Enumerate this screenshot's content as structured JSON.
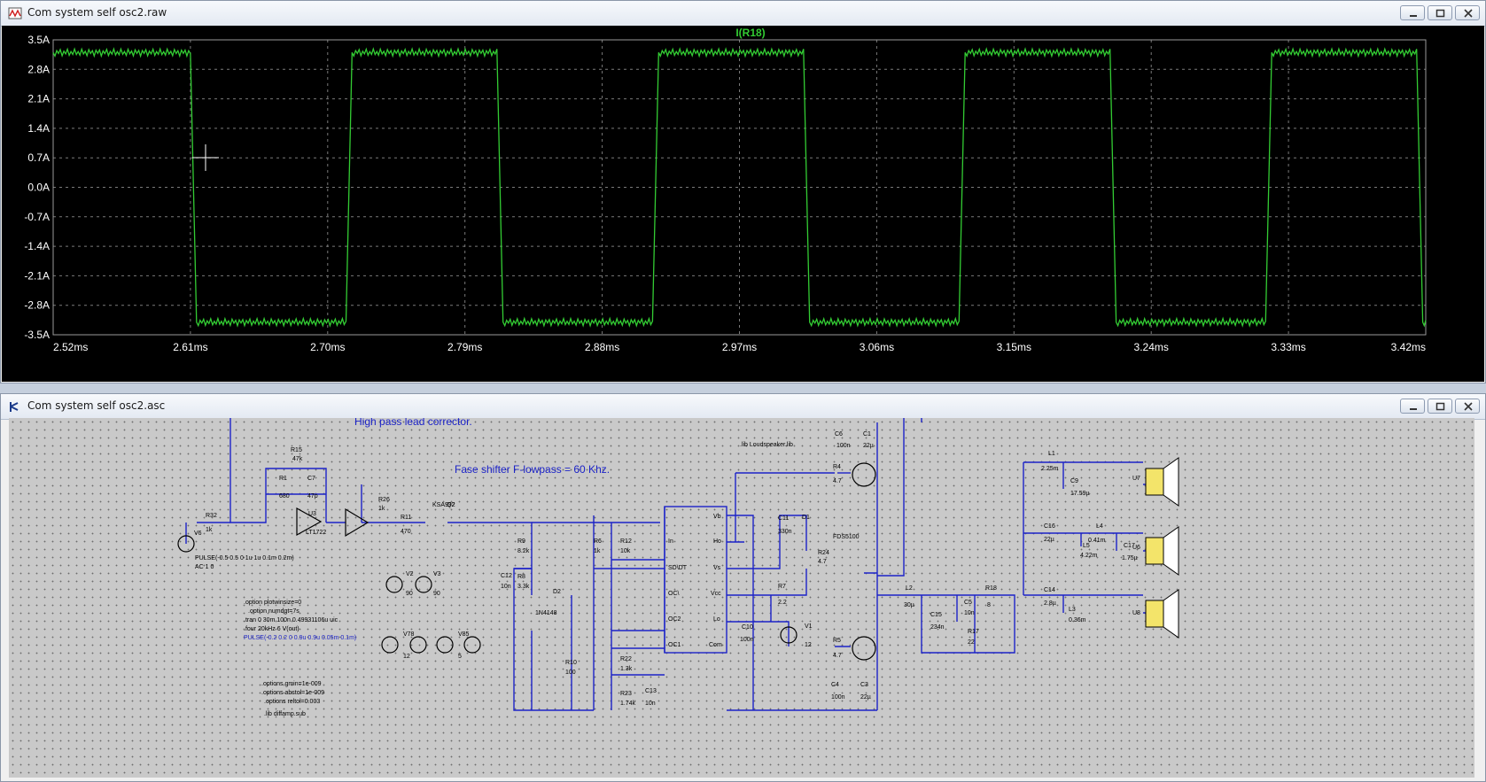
{
  "plot_window": {
    "title": "Com system self osc2.raw",
    "trace_label": "I(R18)",
    "colors": {
      "background": "#000000",
      "trace": "#33cc33",
      "grid": "#7a7a7a",
      "axis_text": "#ffffff",
      "trace_label": "#33cc33"
    }
  },
  "chart_data": {
    "type": "line",
    "title": "I(R18)",
    "xlabel": "",
    "ylabel": "",
    "x_ticks": [
      "2.52ms",
      "2.61ms",
      "2.70ms",
      "2.79ms",
      "2.88ms",
      "2.97ms",
      "3.06ms",
      "3.15ms",
      "3.24ms",
      "3.33ms",
      "3.42ms"
    ],
    "y_ticks": [
      "3.5A",
      "2.8A",
      "2.1A",
      "1.4A",
      "0.7A",
      "0.0A",
      "-0.7A",
      "-1.4A",
      "-2.1A",
      "-2.8A",
      "-3.5A"
    ],
    "xlim": [
      2.52,
      3.42
    ],
    "ylim": [
      -3.5,
      3.5
    ],
    "grid": true,
    "series": [
      {
        "name": "I(R18)",
        "x": [
          2.52,
          2.61,
          2.614,
          2.712,
          2.716,
          2.811,
          2.815,
          2.913,
          2.917,
          3.012,
          3.016,
          3.114,
          3.118,
          3.213,
          3.217,
          3.315,
          3.319,
          3.414,
          3.418,
          3.42
        ],
        "values": [
          3.2,
          3.2,
          -3.2,
          -3.2,
          3.2,
          3.2,
          -3.2,
          -3.2,
          3.2,
          3.2,
          -3.2,
          -3.2,
          3.2,
          3.2,
          -3.2,
          -3.2,
          3.2,
          3.2,
          -3.2,
          -3.2
        ]
      }
    ]
  },
  "schematic_window": {
    "title": "Com system self osc2.asc",
    "headings": {
      "hp": "High pass lead corrector.",
      "fs": "Fase shifter F-lowpass = 60 Khz."
    },
    "directives": [
      ".option plotwinsize=0",
      ".option numdgt=7s",
      ".tran 0 30m 100n 0.49931106u uic",
      ".four 20kHz 6 V(out)",
      "PULSE(-0.2 0.2 0 0.9u 0.9u 0.05m 0.1m)",
      ".options gmin=1e-009",
      ".options abstol=1e-009",
      ".options reltol=0.003",
      ".lib diffamp.sub",
      ".lib Loudspeaker.lib"
    ],
    "source_text": [
      "PULSE(-0.5 0.5 0 1u 1u 0.1m 0.2m)",
      "AC 1 0"
    ],
    "components": {
      "R15": "R15",
      "R15v": "47k",
      "R1": "R1",
      "R1v": "680",
      "C7": "C7",
      "C7v": "47p",
      "U3": "U3",
      "U3m": "LT1722",
      "R32": "R32",
      "R32v": "1k",
      "V6": "V6",
      "R26": "R26",
      "R26v": "1k",
      "R11": "R11",
      "R11v": "470",
      "Q2": "Q2",
      "Q2m": "KSA992",
      "R9": "R9",
      "R9v": "8.2k",
      "R8": "R8",
      "R8v": "3.3k",
      "C12": "C12",
      "C12v": "10n",
      "D2": "D2",
      "D2m": "1N4148",
      "R10": "R10",
      "R10v": "100",
      "R6": "R6",
      "R6v": "1k",
      "R12": "R12",
      "R12v": "10k",
      "R22": "R22",
      "R22v": "1.3k",
      "R23": "R23",
      "R23v": "1.74k",
      "C13": "C13",
      "C13v": "10n",
      "V2": "V2",
      "V2v": "90",
      "V3": "V3",
      "V3v": "90",
      "V78": "V78",
      "V78v": "12",
      "V85": "V85",
      "V85v": "5",
      "C10": "C10",
      "C10v": "100n",
      "C11": "C11",
      "C11v": "330n",
      "D1": "D1",
      "R7": "R7",
      "R7v": "2.2",
      "R24": "R24",
      "R24v": "4.7",
      "V1": "V1",
      "V1v": "12",
      "R4": "R4",
      "R4v": "4.7",
      "R5": "R5",
      "R5v": "4.7",
      "Q1m": "FDS5100",
      "C6": "C6",
      "C6v": "100n",
      "C1": "C1",
      "C1v": "22µ",
      "C4": "C4",
      "C4v": "100n",
      "C3": "C3",
      "C3v": "22µ",
      "L2": "L2",
      "L2v": "30µ",
      "C15": "C15",
      "C15v": "234n",
      "C5": "C5",
      "C5v": "10n",
      "R17": "R17",
      "R17v": "22",
      "R18": "R18",
      "R18v": "8",
      "L1": "L1",
      "L1v": "2.25m",
      "C9": "C9",
      "C9v": "17.59µ",
      "C16": "C16",
      "C16v": "22µ",
      "L4": "L4",
      "L4v": "0.41m",
      "L5": "L5",
      "L5v": "4.22m",
      "C17": "C17",
      "C17v": "1.75µ",
      "C14": "C14",
      "C14v": "2.8µ",
      "L3": "L3",
      "L3v": "0.36m",
      "U7": "U7",
      "U6": "U6",
      "U8": "U8"
    },
    "ic_pins": {
      "in": "In",
      "sddt": "SD\\DT",
      "oc1": "OC\\",
      "oc2": "OC2",
      "oc3": "OC1",
      "vb": "Vb",
      "ho": "Ho",
      "vs": "Vs",
      "vcc": "Vcc",
      "lo": "Lo",
      "com": "Com"
    }
  }
}
